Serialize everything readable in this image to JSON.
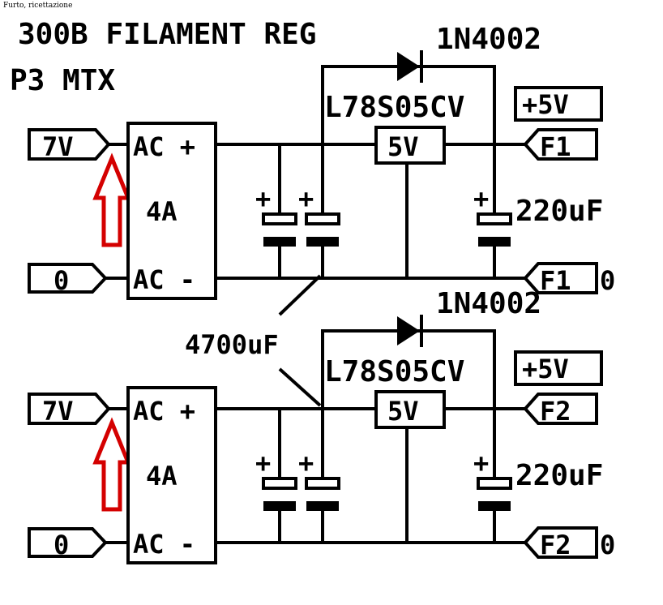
{
  "caption": "Furto, ricettazione",
  "title_line1": "300B FILAMENT REG",
  "title_line2": "P3 MTX",
  "shared_cap_value": "4700uF",
  "colors": {
    "ink": "#000000",
    "arrow": "#d40000",
    "paper": "#ffffff"
  },
  "stages": [
    {
      "input_ac": "7V",
      "input_zero": "0",
      "bridge_ac_plus": "AC +",
      "bridge_rating": "4A",
      "bridge_ac_minus": "AC -",
      "diode": "1N4002",
      "regulator_part": "L78S05CV",
      "regulator_voltage": "5V",
      "output_voltage": "+5V",
      "output_label": "F1",
      "output_return": "F1",
      "return_zero": "0",
      "output_cap": "220uF",
      "cap_polarity": "+",
      "arrow_icon": "red-up-arrow-icon"
    },
    {
      "input_ac": "7V",
      "input_zero": "0",
      "bridge_ac_plus": "AC +",
      "bridge_rating": "4A",
      "bridge_ac_minus": "AC -",
      "diode": "1N4002",
      "regulator_part": "L78S05CV",
      "regulator_voltage": "5V",
      "output_voltage": "+5V",
      "output_label": "F2",
      "output_return": "F2",
      "return_zero": "0",
      "output_cap": "220uF",
      "cap_polarity": "+",
      "arrow_icon": "red-up-arrow-icon"
    }
  ]
}
